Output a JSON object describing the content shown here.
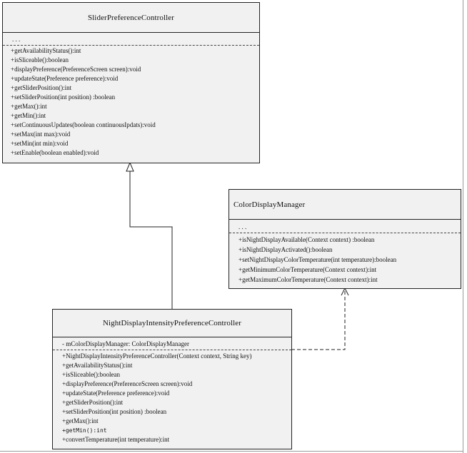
{
  "classes": {
    "slider": {
      "name": "SliderPreferenceController",
      "attrs": ". . .",
      "ops": [
        "+getAvailabilityStatus():int",
        "+isSliceable():boolean",
        "+displayPreference(PreferenceScreen screen):void",
        "+updateState(Preference preference):void",
        "+getSliderPosition():int",
        "+setSliderPosition(int position) :boolean",
        "+getMax():int",
        "+getMin():int",
        "+setContinuousUpdates(boolean continuousIpdats):void",
        "+setMax(int max):void",
        "+setMin(int min):void",
        "+setEnable(boolean enabled):void"
      ]
    },
    "color": {
      "name": "ColorDisplayManager",
      "attrs": ". . .",
      "ops": [
        "+isNightDisplayAvailable(Context context) :boolean",
        "+isNightDisplayActivated():boolean",
        "+setNightDisplayColorTemperature(int temperature):boolean",
        "+getMinimumColorTemperature(Context context):int",
        "+getMaximumColorTemperature(Context context):int"
      ]
    },
    "night": {
      "name": "NightDisplayIntensityPreferenceController",
      "attrs": "- mColorDisplayManager: ColorDisplayManager",
      "ops": [
        "+NightDisplayIntensityPreferenceController(Context context, String key)",
        "+getAvailabilityStatus():int",
        "+isSliceable():boolean",
        "+displayPreference(PreferenceScreen screen):void",
        "+updateState(Preference preference):void",
        "+getSliderPosition():int",
        "+setSliderPosition(int position) :boolean",
        "+getMax():int",
        "+getMin():int",
        "+convertTemperature(int temperature):int"
      ]
    }
  },
  "colors": {
    "box_fill": "#f1f1f1",
    "line": "#222222"
  }
}
